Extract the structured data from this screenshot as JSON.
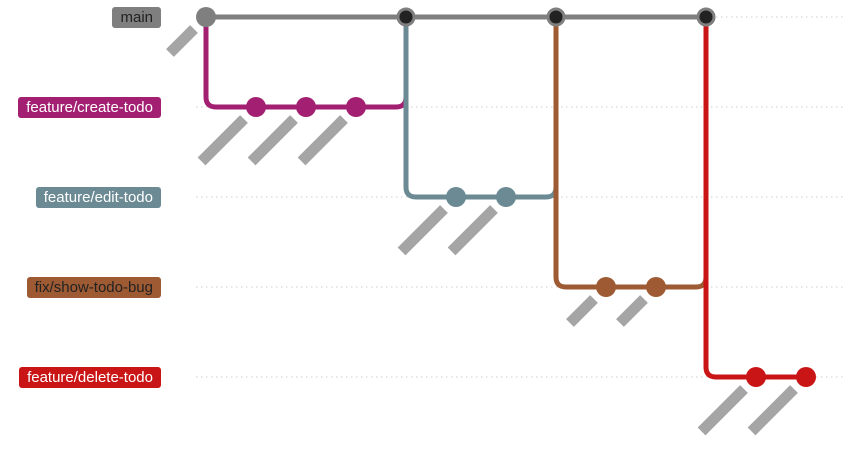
{
  "branches": [
    {
      "id": "main",
      "name": "main",
      "color": "#7f7f7f",
      "text_color": "#222222",
      "row": 0
    },
    {
      "id": "create",
      "name": "feature/create-todo",
      "color": "#a21f72",
      "text_color": "#ffffff",
      "row": 1
    },
    {
      "id": "edit",
      "name": "feature/edit-todo",
      "color": "#6b8a93",
      "text_color": "#ffffff",
      "row": 2
    },
    {
      "id": "fix",
      "name": "fix/show-todo-bug",
      "color": "#9e5a33",
      "text_color": "#222222",
      "row": 3
    },
    {
      "id": "delete",
      "name": "feature/delete-todo",
      "color": "#c91515",
      "text_color": "#ffffff",
      "row": 4
    }
  ],
  "commits": [
    {
      "branch": "main",
      "col": 0,
      "style": "plain",
      "tag": "short"
    },
    {
      "branch": "create",
      "col": 1,
      "style": "plain",
      "tag": "long"
    },
    {
      "branch": "create",
      "col": 2,
      "style": "plain",
      "tag": "long"
    },
    {
      "branch": "create",
      "col": 3,
      "style": "plain",
      "tag": "long"
    },
    {
      "branch": "main",
      "col": 4,
      "style": "merge",
      "tag": "none"
    },
    {
      "branch": "edit",
      "col": 5,
      "style": "plain",
      "tag": "long"
    },
    {
      "branch": "edit",
      "col": 6,
      "style": "plain",
      "tag": "long"
    },
    {
      "branch": "main",
      "col": 7,
      "style": "merge",
      "tag": "none"
    },
    {
      "branch": "fix",
      "col": 8,
      "style": "plain",
      "tag": "short"
    },
    {
      "branch": "fix",
      "col": 9,
      "style": "plain",
      "tag": "short"
    },
    {
      "branch": "main",
      "col": 10,
      "style": "merge",
      "tag": "none"
    },
    {
      "branch": "delete",
      "col": 11,
      "style": "plain",
      "tag": "long"
    },
    {
      "branch": "delete",
      "col": 12,
      "style": "plain",
      "tag": "long"
    }
  ],
  "branch_paths": [
    {
      "branch": "create",
      "from_col": 0,
      "to_col": 4
    },
    {
      "branch": "edit",
      "from_col": 4,
      "to_col": 7
    },
    {
      "branch": "fix",
      "from_col": 7,
      "to_col": 10
    },
    {
      "branch": "delete",
      "from_col": 10,
      "to_col": 12,
      "merge_back": false
    }
  ]
}
